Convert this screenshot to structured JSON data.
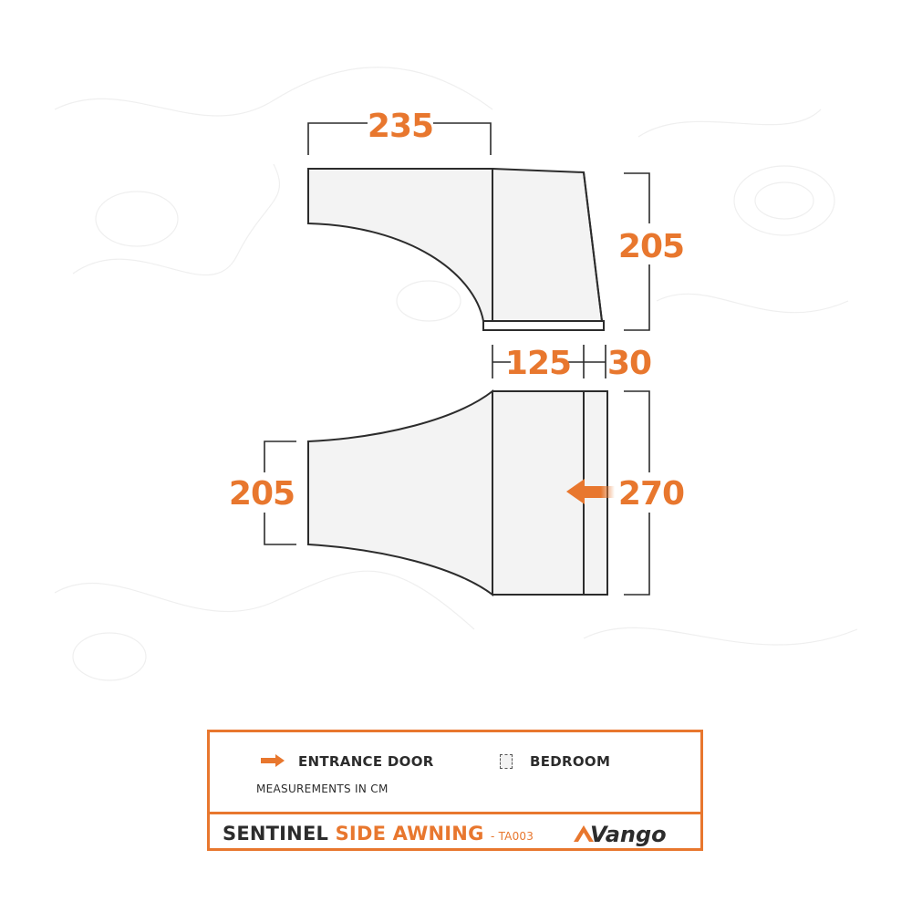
{
  "dimensions": {
    "top_width": "235",
    "top_height": "205",
    "bottom_main_width": "125",
    "bottom_side_width": "30",
    "left_height": "205",
    "right_height": "270"
  },
  "legend": {
    "entrance_label": "ENTRANCE DOOR",
    "bedroom_label": "BEDROOM",
    "measurements_label": "MEASUREMENTS IN CM"
  },
  "product": {
    "name_part1": "SENTINEL",
    "name_part2": "SIDE AWNING",
    "code": "- TA003"
  },
  "brand": {
    "logo_text": "Vango"
  },
  "colors": {
    "accent": "#e8772e",
    "outline": "#2c2c2c",
    "fill": "#f3f3f3"
  }
}
